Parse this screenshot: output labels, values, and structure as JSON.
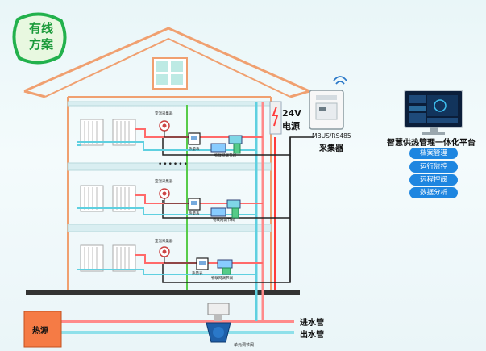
{
  "badge": {
    "line1": "有线",
    "line2": "方案"
  },
  "power": {
    "voltage": "24V",
    "name": "电源"
  },
  "collector": {
    "model": "MBUS/RS485",
    "name": "采集器"
  },
  "platform": {
    "title": "智慧供热管理一体化平台",
    "menu": [
      "档案管理",
      "运行监控",
      "远程控阀",
      "数据分析"
    ]
  },
  "floors": [
    {
      "thermostat_label": "室温采集器",
      "valve_label": "热量表",
      "control_valve_label": "物联网调节阀"
    },
    {
      "thermostat_label": "室温采集器",
      "valve_label": "热量表",
      "control_valve_label": "物联网调节阀"
    },
    {
      "thermostat_label": "室温采集器",
      "valve_label": "热量表",
      "control_valve_label": "物联网调节阀"
    }
  ],
  "ellipsis": "••••••",
  "heat_source": "热源",
  "pipes": {
    "in_label": "进水管",
    "out_label": "出水管"
  },
  "unit_valve": "单元调节阀",
  "colors": {
    "supply": "#ff6a6a",
    "return": "#5fd0e0",
    "signal": "#222222",
    "power_line": "#ff3b3b",
    "green": "#58cc4a",
    "badge_green": "#22b14c",
    "roof": "#f0a070",
    "accent_blue": "#1e86e0"
  }
}
